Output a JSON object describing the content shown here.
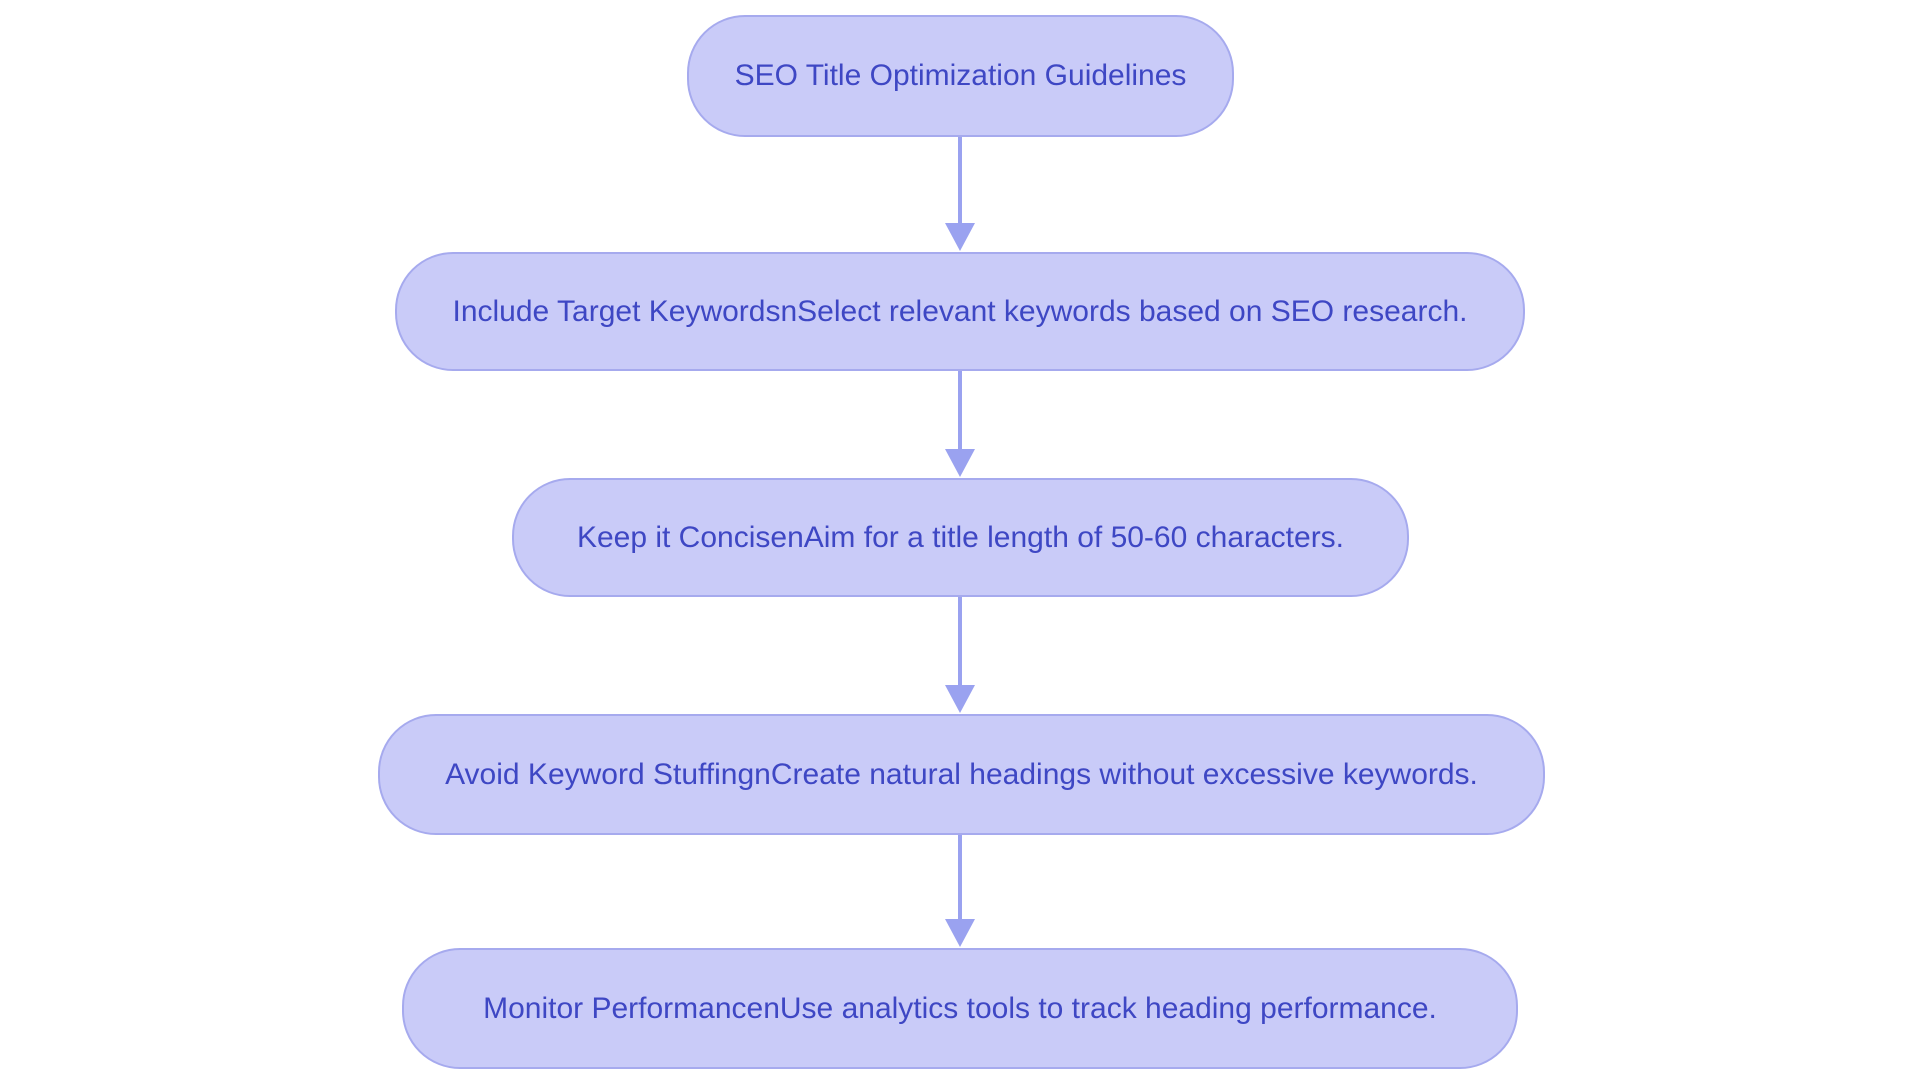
{
  "diagram": {
    "type": "flowchart",
    "direction": "top-down",
    "background_color": "#ffffff",
    "colors": {
      "node_fill": "#c9cbf8",
      "node_border": "#a6aaee",
      "node_text": "#3e47c4",
      "arrow": "#9aa2f0"
    },
    "nodes": [
      {
        "id": "n1",
        "label": "SEO Title Optimization Guidelines"
      },
      {
        "id": "n2",
        "label": "Include Target KeywordsnSelect relevant keywords based on SEO research."
      },
      {
        "id": "n3",
        "label": "Keep it ConcisenAim for a title length of 50-60 characters."
      },
      {
        "id": "n4",
        "label": "Avoid Keyword StuffingnCreate natural headings without excessive keywords."
      },
      {
        "id": "n5",
        "label": "Monitor PerformancenUse analytics tools to track heading performance."
      }
    ],
    "edges": [
      {
        "from": "n1",
        "to": "n2"
      },
      {
        "from": "n2",
        "to": "n3"
      },
      {
        "from": "n3",
        "to": "n4"
      },
      {
        "from": "n4",
        "to": "n5"
      }
    ]
  }
}
